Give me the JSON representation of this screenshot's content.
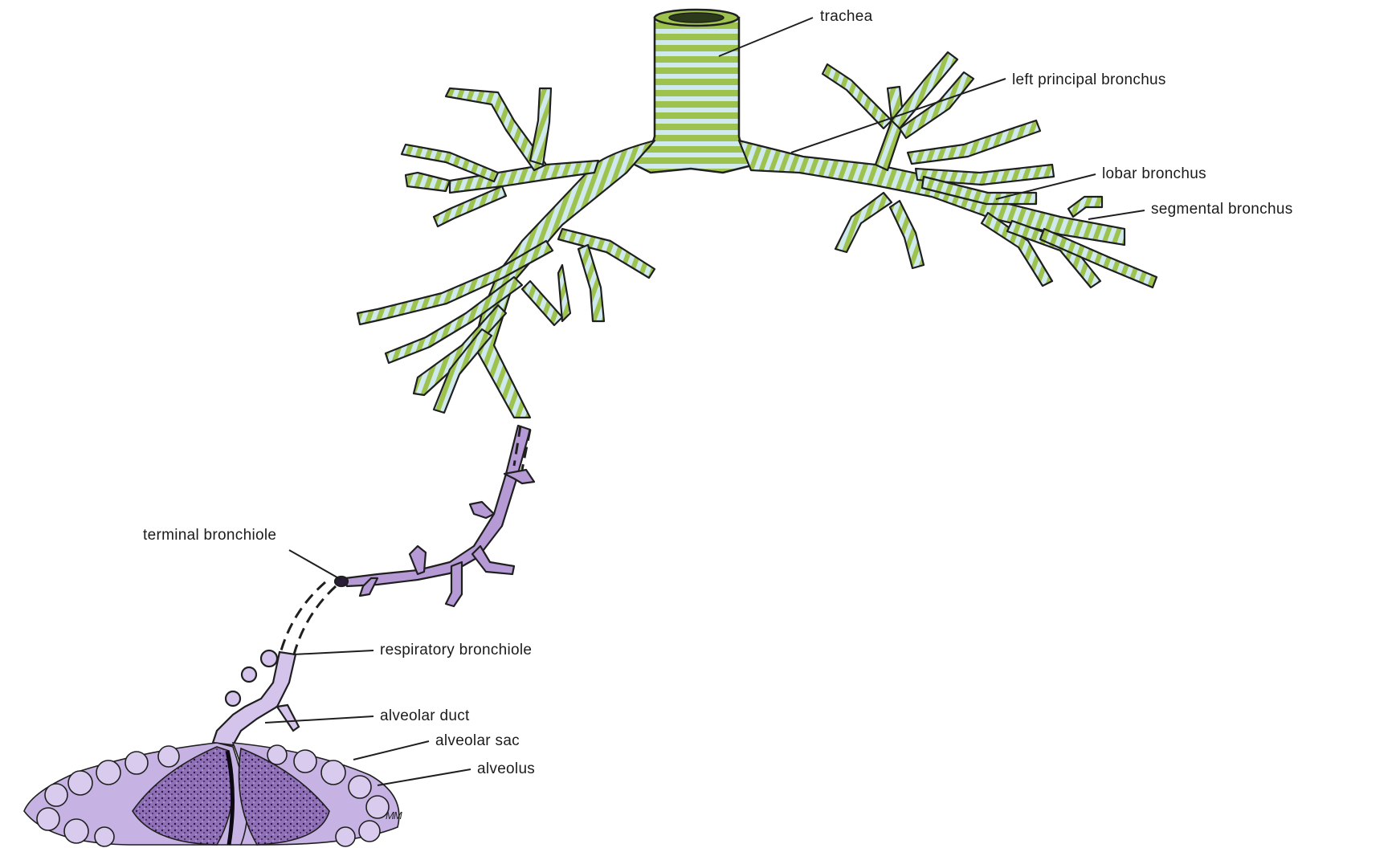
{
  "labels": {
    "trachea": "trachea",
    "left_principal_bronchus": "left principal bronchus",
    "lobar_bronchus": "lobar bronchus",
    "segmental_bronchus": "segmental bronchus",
    "terminal_bronchiole": "terminal bronchiole",
    "respiratory_bronchiole": "respiratory bronchiole",
    "alveolar_duct": "alveolar duct",
    "alveolar_sac": "alveolar sac",
    "alveolus": "alveolus"
  },
  "artist_mark": "MM",
  "colors": {
    "airway_green": "#9ec24e",
    "airway_light": "#cfe9ef",
    "bronchiole_purple": "#b69ad6",
    "alveoli_purple": "#a98bcb",
    "outline": "#1f1f1f"
  }
}
